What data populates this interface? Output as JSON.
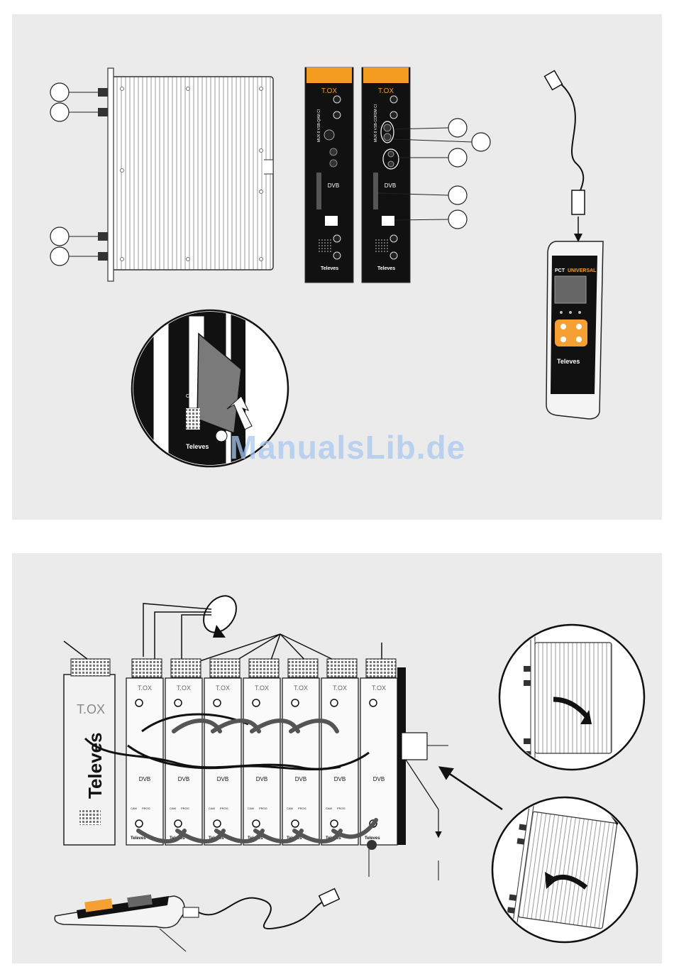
{
  "brand": {
    "logo": "T.OX",
    "maker": "Televes",
    "standard": "DVB",
    "meter_brand": "PCT",
    "meter_model": "UNIVERSAL"
  },
  "modules": {
    "left_vertical_label": "MUX 8 VSB-QAM CI",
    "right_vertical_label": "MUX 8 VSB-COFDM CI",
    "cam_label": "CAM",
    "prog_label": "PROG"
  },
  "watermark": "ManualsLib.de",
  "colors": {
    "panel": "#ebebeb",
    "module_face": "#111111",
    "module_accent": "#f39c1f",
    "meter_keypad": "#f4a033",
    "line": "#222222"
  },
  "icons": [
    "satellite-dish-icon",
    "rotate-arrow-icon",
    "down-arrow-icon",
    "insert-arrow-icon"
  ]
}
